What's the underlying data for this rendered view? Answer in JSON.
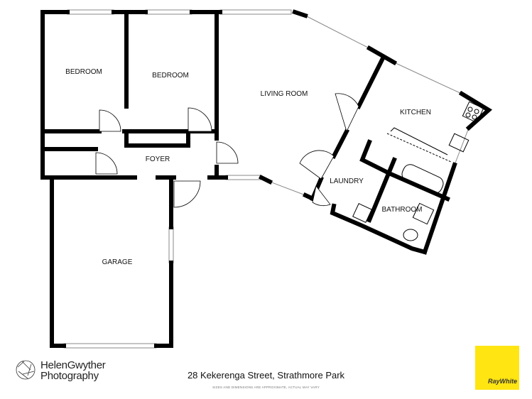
{
  "rooms": {
    "bedroom_1": "BEDROOM",
    "bedroom_2": "BEDROOM",
    "living_room": "LIVING ROOM",
    "kitchen": "KITCHEN",
    "foyer": "FOYER",
    "laundry": "LAUNDRY",
    "bathroom": "BATHROOM",
    "garage": "GARAGE"
  },
  "footer": {
    "brand_line_1": "HelenGwyther",
    "brand_line_2": "Photography",
    "address": "28 Kekerenga Street, Strathmore Park",
    "disclaimer": "SIZES AND DIMENSIONS ARE APPROXIMATE, ACTUAL MAY VARY",
    "agency": "RayWhite",
    "agency_color": "#FFE512"
  }
}
